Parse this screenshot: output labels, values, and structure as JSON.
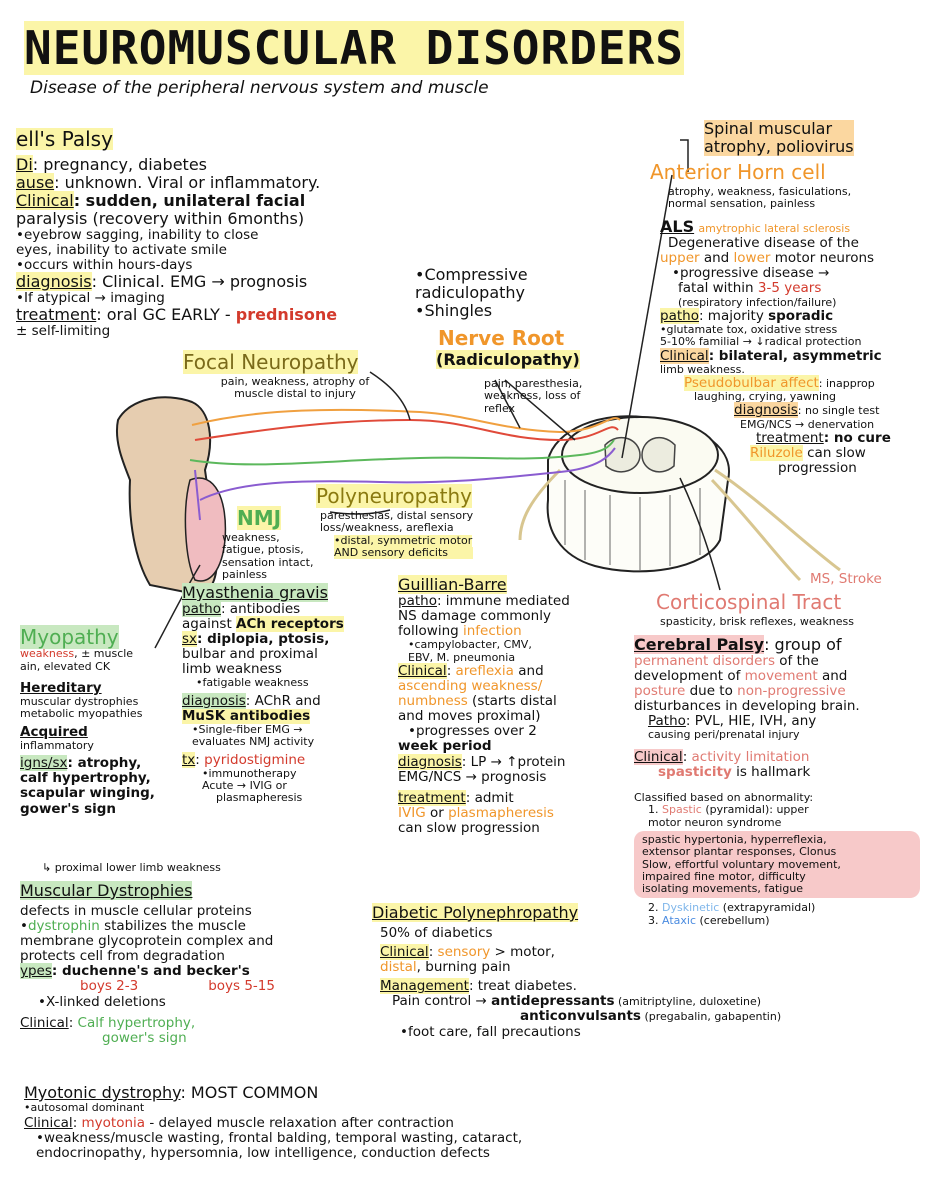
{
  "title": "NEUROMUSCULAR DISORDERS",
  "subtitle": "Disease of the peripheral nervous system and muscle",
  "bells": {
    "heading": "ell's Palsy",
    "l1a": "Di",
    "l1b": ": pregnancy, diabetes",
    "l2a": "ause",
    "l2b": ": unknown. Viral or inflammatory.",
    "l3a": "Clinical",
    "l3b": ": sudden, unilateral facial",
    "l4": "paralysis (recovery within 6months)",
    "l5": "•eyebrow sagging, inability to close",
    "l6": "eyes, inability to activate smile",
    "l7": "•occurs within hours-days",
    "l8a": "diagnosis",
    "l8b": ": Clinical. EMG → prognosis",
    "l9": "•If atypical → imaging",
    "l10a": "treatment",
    "l10b": ": oral GC EARLY - ",
    "l10c": "prednisone",
    "l11": "± self-limiting"
  },
  "focal": {
    "title": "Focal Neuropathy",
    "d1": "pain, weakness, atrophy of",
    "d2": "muscle distal to injury"
  },
  "nmj": {
    "title": "NMJ",
    "d1": "weakness,",
    "d2": "fatigue, ptosis,",
    "d3": "sensation intact,",
    "d4": "painless"
  },
  "nerve_root": {
    "c1": "•Compressive",
    "c2": "radiculopathy",
    "c3": "•Shingles",
    "title": "Nerve Root",
    "subtitle": "(Radiculopathy)",
    "d1": "pain, paresthesia,",
    "d2": "weakness, loss of",
    "d3": "reflex"
  },
  "poly": {
    "title": "Polyneuropathy",
    "d1": "paresthesias, distal sensory",
    "d2": "loss/weakness, areflexia",
    "d3": "•distal, symmetric motor",
    "d4": "AND sensory deficits"
  },
  "sma": {
    "l1": "Spinal muscular",
    "l2": "atrophy, poliovirus"
  },
  "ahc": {
    "title": "Anterior Horn cell",
    "d1": "atrophy, weakness, fasiculations,",
    "d2": "normal sensation, painless"
  },
  "als": {
    "abbr": "ALS",
    "full": "amytrophic lateral sclerosis",
    "l1": "Degenerative disease of the",
    "l2a": "upper",
    "l2b": " and ",
    "l2c": "lower",
    "l2d": " motor neurons",
    "l3": "•progressive disease →",
    "l4a": "fatal within ",
    "l4b": "3-5 years",
    "l5": "(respiratory infection/failure)",
    "l6a": "patho",
    "l6b": ": majority ",
    "l6c": "sporadic",
    "l7": "•glutamate tox, oxidative stress",
    "l8": "5-10% familial → ↓radical protection",
    "l9a": "Clinical",
    "l9b": ": bilateral, asymmetric",
    "l10": "limb weakness.",
    "l11a": "Pseudobulbar affect",
    "l11b": ": inapprop",
    "l12": "laughing, crying, yawning",
    "l13a": "diagnosis",
    "l13b": ": no single test",
    "l14": "EMG/NCS → denervation",
    "l15a": "treatment",
    "l15b": ": no cure",
    "l16a": "Riluzole",
    "l16b": " can slow",
    "l17": "progression"
  },
  "cst": {
    "stroke": "MS, Stroke",
    "title": "Corticospinal Tract",
    "d1": "spasticity, brisk reflexes, weakness"
  },
  "cp": {
    "t1": "Cerebral Palsy",
    "t1b": ": group of",
    "l1a": "permanent disorders",
    "l1b": " of the",
    "l2a": "development of ",
    "l2b": "movement",
    "l2c": " and",
    "l3a": "posture",
    "l3b": " due to ",
    "l3c": "non-progressive",
    "l4": "disturbances in developing brain.",
    "l5a": "Patho",
    "l5b": ": PVL, HIE, IVH, any",
    "l6": "causing peri/prenatal injury",
    "l7a": "Clinical",
    "l7b": ": ",
    "l7c": "activity limitation",
    "l8a": "spasticity",
    "l8b": " is hallmark",
    "l9": "Classified based on abnormality:",
    "l10a": "1. ",
    "l10b": "Spastic",
    "l10c": " (pyramidal): upper",
    "l11": "motor neuron syndrome",
    "box1": "spastic hypertonia, hyperreflexia,",
    "box2": "extensor plantar responses, Clonus",
    "box3": "Slow, effortful voluntary movement,",
    "box4": "impaired fine motor, difficulty",
    "box5": "isolating movements, fatigue",
    "l12a": "2. ",
    "l12b": "Dyskinetic",
    "l12c": " (extrapyramidal)",
    "l13a": "3. ",
    "l13b": "Ataxic",
    "l13c": " (cerebellum)"
  },
  "myopathy": {
    "title": "Myopathy",
    "d1a": "weakness",
    "d1b": ", ± muscle",
    "d2": "ain, elevated CK",
    "her": "Hereditary",
    "h1": "muscular dystrophies",
    "h2": "metabolic myopathies",
    "acq": "Acquired",
    "a1": "inflammatory",
    "s1a": "igns/sx",
    "s1b": ": atrophy,",
    "s2": "calf hypertrophy,",
    "s3": "scapular winging,",
    "s4": "gower's sign",
    "s5": "↳ proximal lower limb weakness"
  },
  "mg": {
    "title": "Myasthenia gravis",
    "l1a": "patho",
    "l1b": ": antibodies",
    "l2a": "against ",
    "l2b": "ACh receptors",
    "l3a": "sx",
    "l3b": ": diplopia, ptosis,",
    "l4": "bulbar and proximal",
    "l5": "limb weakness",
    "l6": "•fatigable weakness",
    "l7a": "diagnosis",
    "l7b": ": AChR and",
    "l8": "MuSK antibodies",
    "l9": "•Single-fiber EMG →",
    "l10": "evaluates NMJ activity",
    "l11a": "tx",
    "l11b": ": ",
    "l11c": "pyridostigmine",
    "l12": "•immunotherapy",
    "l13": "Acute → IVIG or",
    "l14": "plasmapheresis"
  },
  "gbs": {
    "title": "Guillian-Barre",
    "l1a": "patho",
    "l1b": ": immune mediated",
    "l2": "NS damage commonly",
    "l3a": "following ",
    "l3b": "infection",
    "l4": "•campylobacter, CMV,",
    "l5": "EBV, M. pneumonia",
    "l6a": "Clinical",
    "l6b": ": ",
    "l6c": "areflexia",
    "l6d": " and",
    "l7": "ascending weakness/",
    "l8a": "numbness",
    "l8b": " (starts distal",
    "l9": "and moves proximal)",
    "l10": "•progresses over 2",
    "l11": "week period",
    "l12a": "diagnosis",
    "l12b": ": LP → ↑protein",
    "l13": "EMG/NCS → prognosis",
    "l14a": "treatment",
    "l14b": ": admit",
    "l15a": "IVIG",
    "l15b": " or ",
    "l15c": "plasmapheresis",
    "l16": "can slow progression"
  },
  "md": {
    "title": "Muscular Dystrophies",
    "l1": "defects in muscle cellular proteins",
    "l2a": "•",
    "l2b": "dystrophin",
    "l2c": " stabilizes the muscle",
    "l3": "membrane glycoprotein complex and",
    "l4": "protects cell from degradation",
    "l5a": "ypes",
    "l5b": ": duchenne's and becker's",
    "l6a": "boys 2-3",
    "l6b": "boys 5-15",
    "l7": "•X-linked deletions",
    "l8a": "Clinical",
    "l8b": ": ",
    "l8c": "Calf hypertrophy,",
    "l9": "gower's sign"
  },
  "dpn": {
    "title": "Diabetic Polynephropathy",
    "l1": "50% of diabetics",
    "l2a": "Clinical",
    "l2b": ": ",
    "l2c": "sensory",
    "l2d": " > motor,",
    "l3a": "distal",
    "l3b": ", burning pain",
    "l4a": "Management",
    "l4b": ": treat diabetes.",
    "l5a": "Pain control → ",
    "l5b": "antidepressants",
    "l5c": " (amitriptyline, duloxetine)",
    "l6a": "anticonvulsants",
    "l6b": " (pregabalin, gabapentin)",
    "l7": "•foot care, fall precautions"
  },
  "myotonic": {
    "title": "Myotonic dystrophy",
    "title2": ": MOST COMMON",
    "l1": "•autosomal dominant",
    "l2a": "Clinical",
    "l2b": ": ",
    "l2c": "myotonia",
    "l2d": " - delayed muscle relaxation after contraction",
    "l3": "•weakness/muscle wasting, frontal balding, temporal wasting, cataract,",
    "l4": "endocrinopathy, hypersomnia, low intelligence, conduction defects"
  }
}
